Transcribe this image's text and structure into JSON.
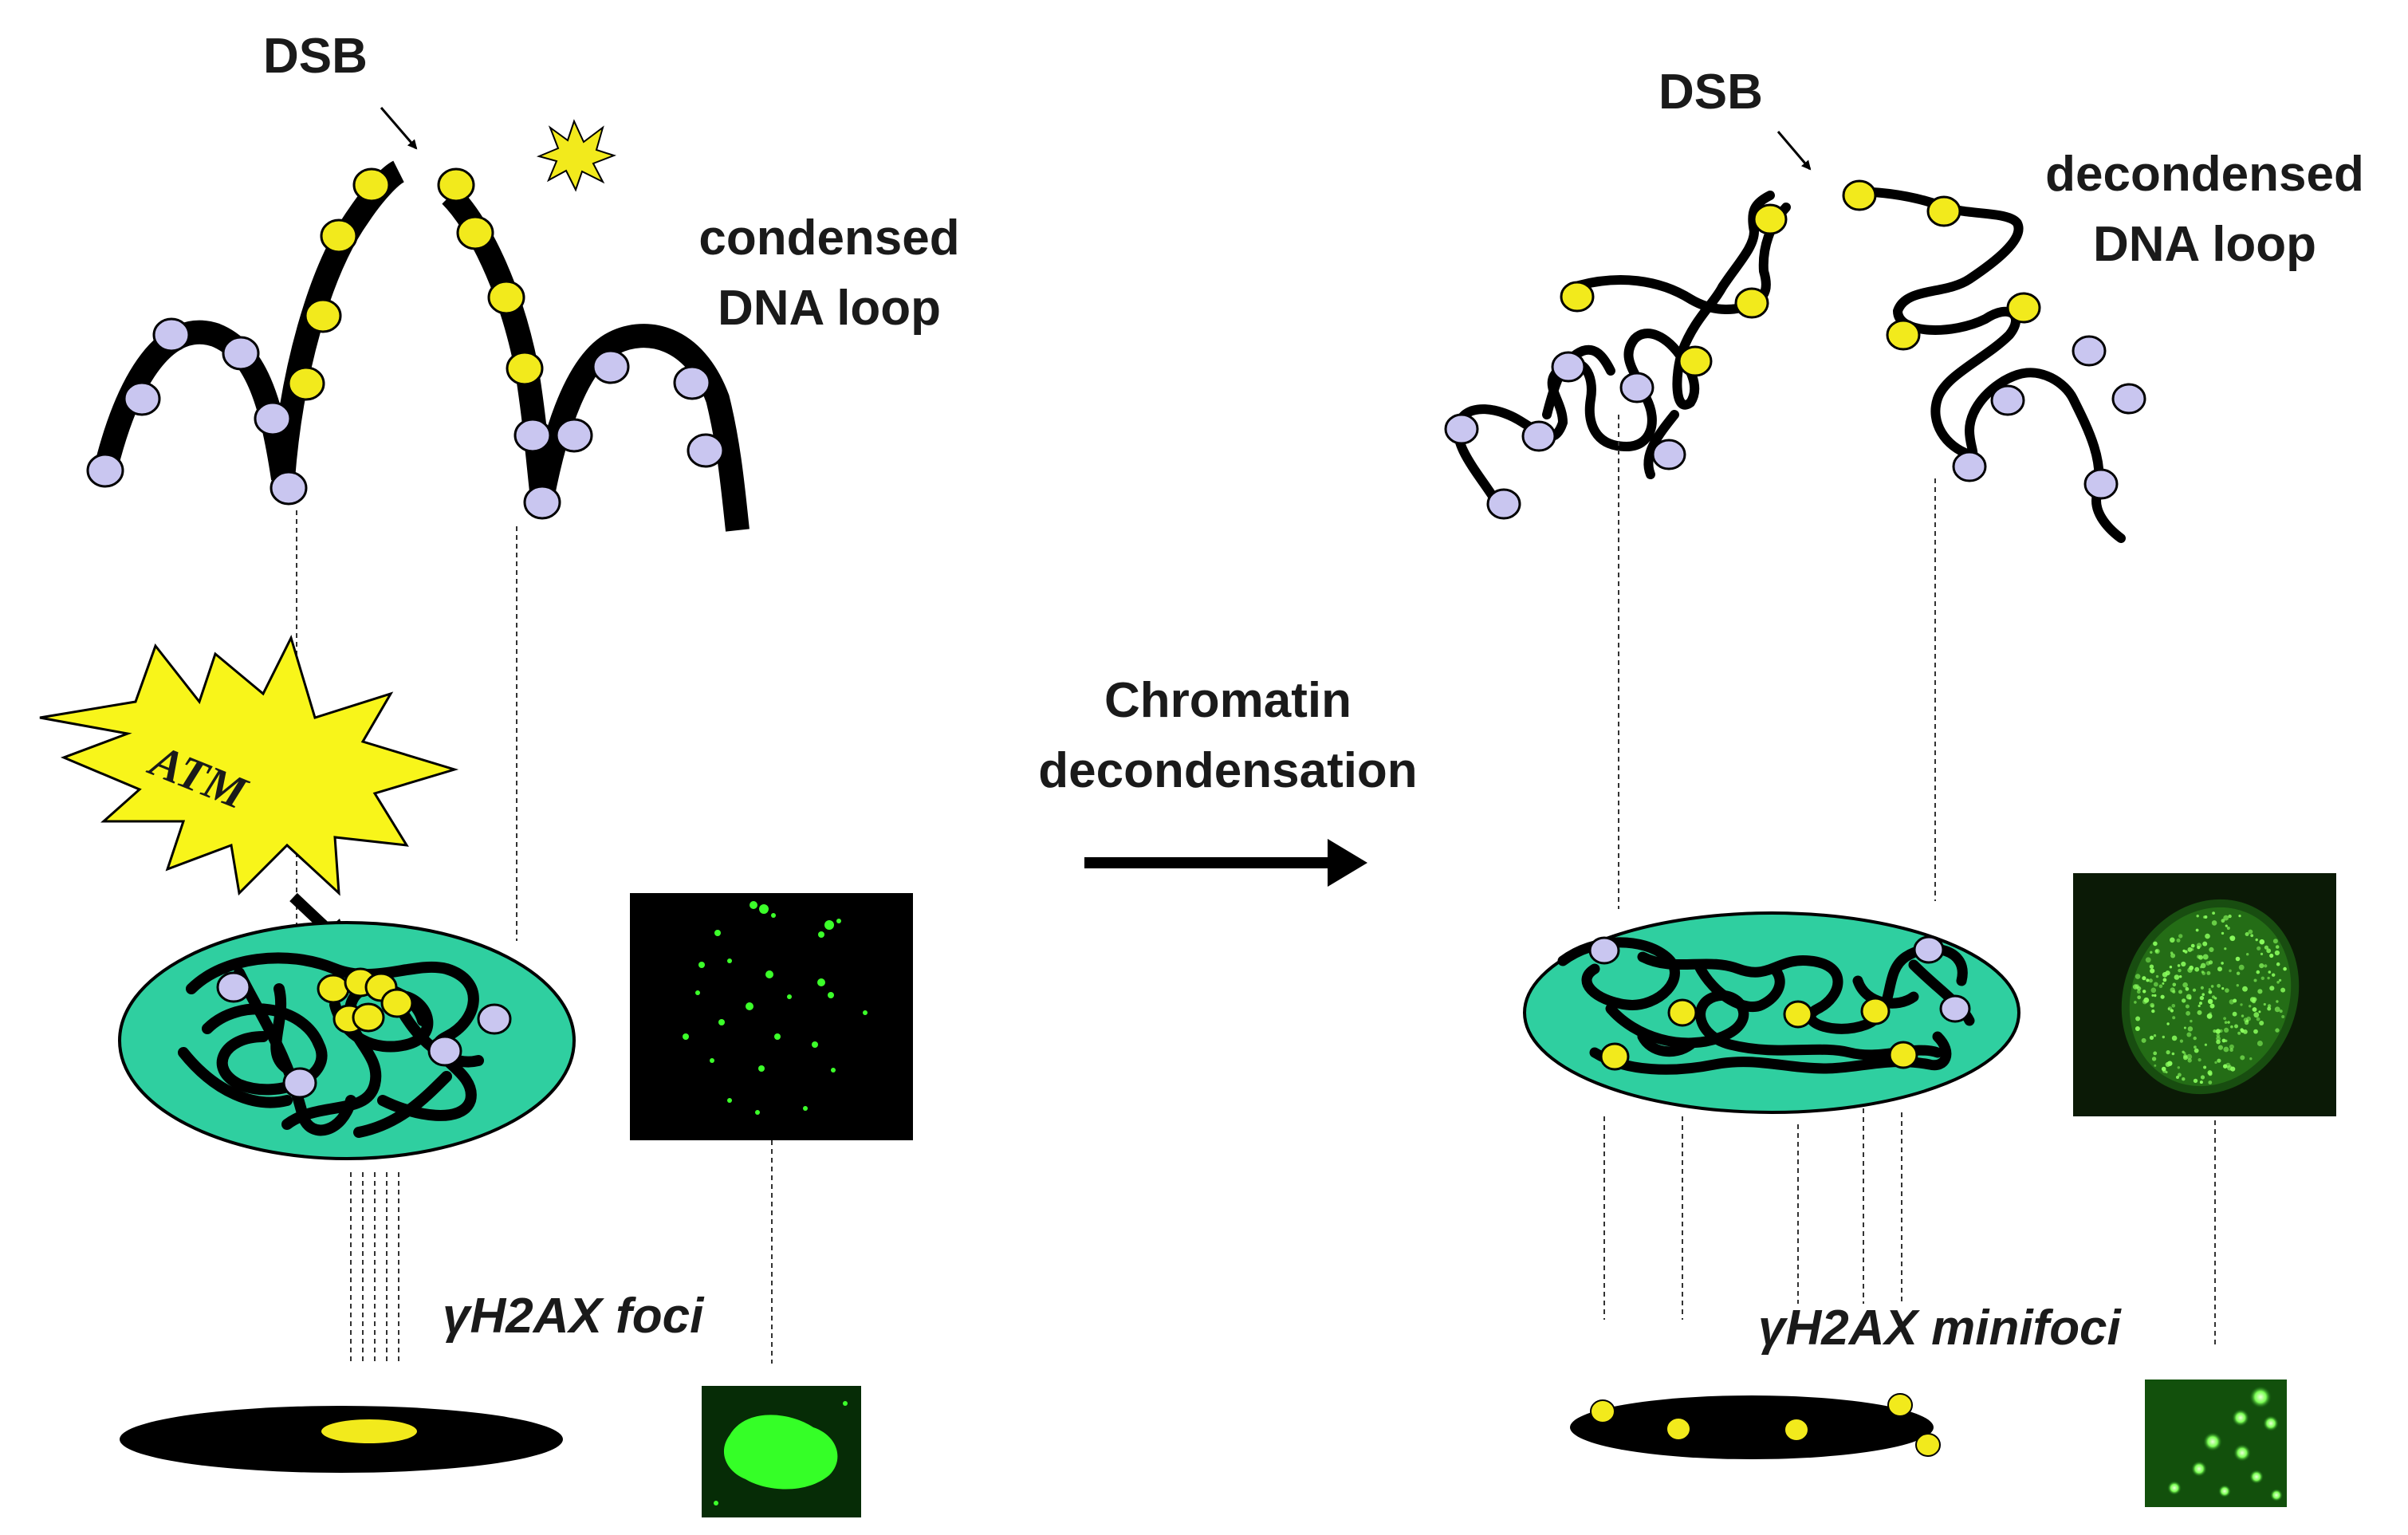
{
  "left_panel": {
    "dsb_label": "DSB",
    "loop_label_line1": "condensed",
    "loop_label_line2": "DNA loop",
    "kinase_label": "ATM",
    "foci_label": "γH2AX foci"
  },
  "middle": {
    "process_line1": "Chromatin",
    "process_line2": "decondensation"
  },
  "right_panel": {
    "dsb_label": "DSB",
    "loop_label_line1": "decondensed",
    "loop_label_line2": "DNA loop",
    "foci_label": "γH2AX minifoci"
  },
  "colors": {
    "yellow_nucleosome": "#f2ea1c",
    "lavender_nucleosome": "#c9c6f0",
    "nucleus_teal": "#2fcfa0",
    "fluorescence_green": "#3cff2a",
    "dna_black": "#000000"
  }
}
